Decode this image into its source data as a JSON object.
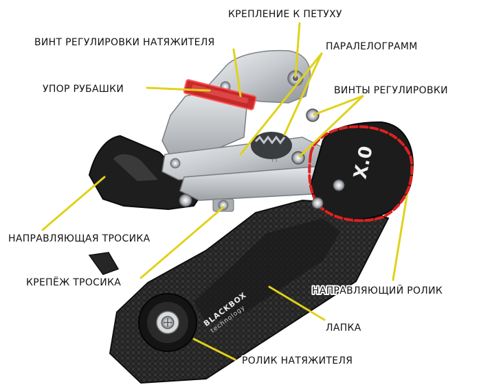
{
  "labels": {
    "hanger_mount": "КРЕПЛЕНИЕ К ПЕТУХУ",
    "tension_screw": "ВИНТ РЕГУЛИРОВКИ НАТЯЖИТЕЛЯ",
    "parallelogram": "ПАРАЛЕЛОГРАММ",
    "housing_stop": "УПОР РУБАШКИ",
    "limit_screws": "ВИНТЫ РЕГУЛИРОВКИ",
    "cable_guide": "НАПРАВЛЯЮЩАЯ ТРОСИКА",
    "cable_clamp": "КРЕПЁЖ ТРОСИКА",
    "guide_pulley": "НАПРАВЛЯЮЩИЙ РОЛИК",
    "cage": "ЛАПКА",
    "tension_pulley": "РОЛИК НАТЯЖИТЕЛЯ"
  },
  "branding": {
    "cage_brand": "BLACKBOX",
    "cage_sub": "technology",
    "model_mark": "X.0"
  },
  "colors": {
    "label_text": "#111111",
    "leader_line": "#e0d21a",
    "highlight": "#e02020",
    "carbon": "#262626",
    "aluminium": "#c9cdd1"
  }
}
